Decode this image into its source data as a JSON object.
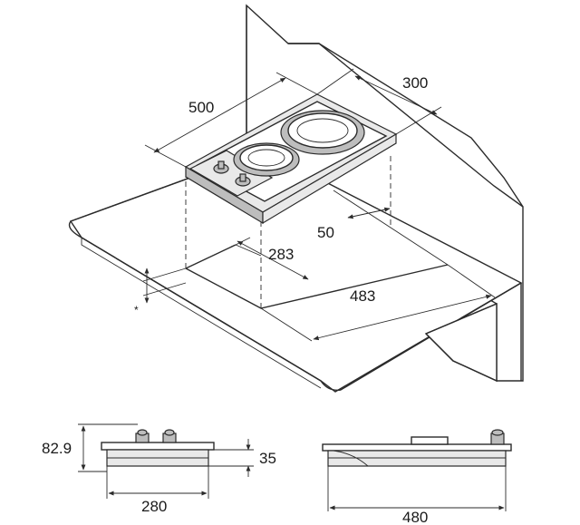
{
  "dimensions": {
    "width_500": "500",
    "depth_300": "300",
    "cutout_depth_283": "283",
    "edge_offset_50": "50",
    "cutout_width_483": "483",
    "total_height_82_9": "82.9",
    "built_in_height_35": "35",
    "front_width_280": "280",
    "side_width_480": "480"
  },
  "notes": {
    "asterisk": "*"
  }
}
